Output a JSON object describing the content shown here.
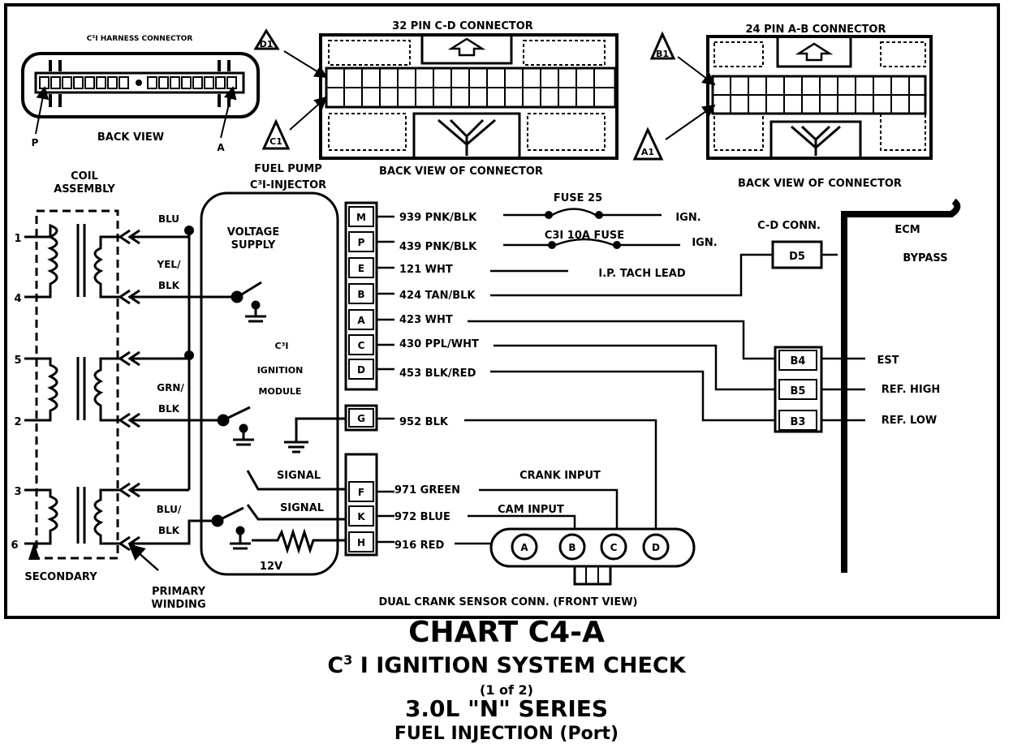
{
  "top": {
    "harness_connector_label": "C³I HARNESS CONNECTOR",
    "harness_pin_left": "P",
    "harness_pin_right": "A",
    "harness_back_view": "BACK VIEW",
    "cd_connector_title": "32 PIN C-D CONNECTOR",
    "cd_back_view": "BACK VIEW OF CONNECTOR",
    "d1_tag": "D1",
    "c1_tag": "C1",
    "ab_connector_title": "24 PIN A-B CONNECTOR",
    "ab_back_view": "BACK VIEW OF CONNECTOR",
    "b1_tag": "B1",
    "a1_tag": "A1"
  },
  "coil": {
    "label_line1": "COIL",
    "label_line2": "ASSEMBLY",
    "terminals": [
      "1",
      "4",
      "5",
      "2",
      "3",
      "6"
    ],
    "wire_blu": "BLU",
    "wire_yel1": "YEL/",
    "wire_yel2": "BLK",
    "wire_grn1": "GRN/",
    "wire_grn2": "BLK",
    "wire_blu2_1": "BLU/",
    "wire_blu2_2": "BLK",
    "secondary": "SECONDARY",
    "primary1": "PRIMARY",
    "primary2": "WINDING"
  },
  "module": {
    "header1": "FUEL PUMP",
    "header2": "C³I-INJECTOR",
    "voltage1": "VOLTAGE",
    "voltage2": "SUPPLY",
    "name1": "C³I",
    "name2": "IGNITION",
    "name3": "MODULE",
    "signal1": "SIGNAL",
    "signal2": "SIGNAL",
    "v12": "12V"
  },
  "pins": [
    {
      "pin": "M",
      "wire": "939 PNK/BLK"
    },
    {
      "pin": "P",
      "wire": "439 PNK/BLK"
    },
    {
      "pin": "E",
      "wire": "121 WHT"
    },
    {
      "pin": "B",
      "wire": "424 TAN/BLK"
    },
    {
      "pin": "A",
      "wire": "423 WHT"
    },
    {
      "pin": "C",
      "wire": "430 PPL/WHT"
    },
    {
      "pin": "D",
      "wire": "453 BLK/RED"
    },
    {
      "pin": "G",
      "wire": "952 BLK"
    },
    {
      "pin": "F",
      "wire": "971 GREEN"
    },
    {
      "pin": "K",
      "wire": "972 BLUE"
    },
    {
      "pin": "H",
      "wire": "916 RED"
    }
  ],
  "right": {
    "fuse25": "FUSE 25",
    "ign1": "IGN.",
    "fuse10": "C3I 10A FUSE",
    "ign2": "IGN.",
    "tach": "I.P. TACH LEAD",
    "cd_conn": "C-D CONN.",
    "ecm": "ECM",
    "d5": "D5",
    "bypass": "BYPASS",
    "b4": "B4",
    "est": "EST",
    "b5": "B5",
    "ref_high": "REF. HIGH",
    "b3": "B3",
    "ref_low": "REF. LOW"
  },
  "sensor": {
    "crank_input": "CRANK INPUT",
    "cam_input": "CAM INPUT",
    "pins": [
      "A",
      "B",
      "C",
      "D"
    ],
    "label": "DUAL CRANK SENSOR CONN. (FRONT VIEW)"
  },
  "titles": {
    "chart": "CHART C4-A",
    "subtitle_pre": "C",
    "subtitle_sup": "3",
    "subtitle_post": " I IGNITION SYSTEM CHECK",
    "part": "(1 of 2)",
    "engine": "3.0L \"N\" SERIES",
    "fuel": "FUEL INJECTION (Port)"
  }
}
